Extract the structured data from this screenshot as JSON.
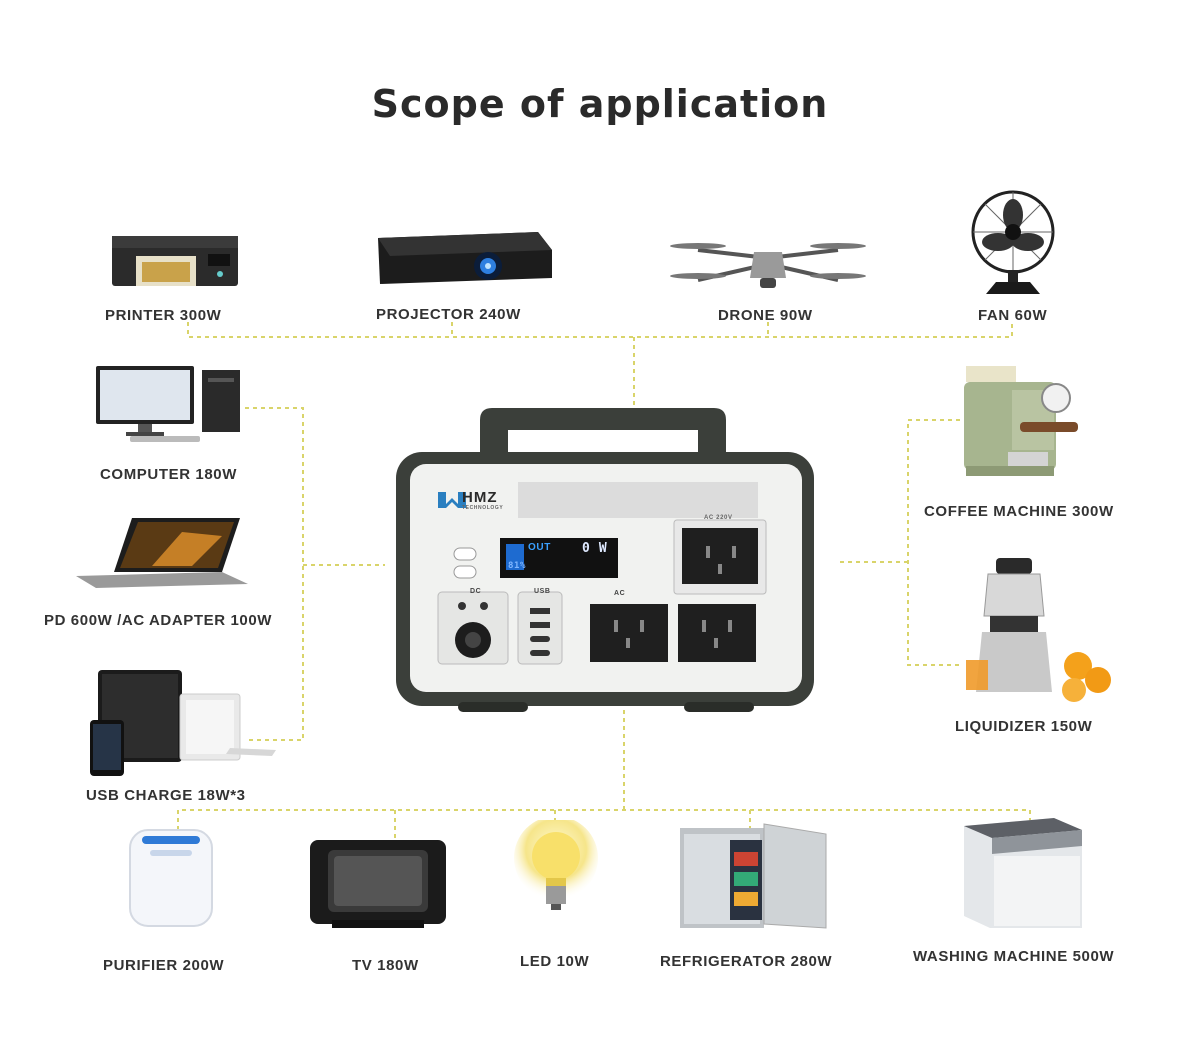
{
  "title": "Scope of application",
  "station": {
    "brand": "HMZ",
    "brand_sub": "TECHNOLOGY",
    "display_out": "OUT",
    "display_watts": "0 W",
    "display_percent": "81%",
    "port_dc": "DC",
    "port_usb": "USB",
    "port_ac": "AC",
    "ac_label": "AC 220V"
  },
  "appliances": [
    {
      "id": "printer",
      "label": "PRINTER 300W"
    },
    {
      "id": "projector",
      "label": "PROJECTOR 240W"
    },
    {
      "id": "drone",
      "label": "DRONE 90W"
    },
    {
      "id": "fan",
      "label": "FAN 60W"
    },
    {
      "id": "computer",
      "label": "COMPUTER 180W"
    },
    {
      "id": "laptop",
      "label": "PD 600W /AC ADAPTER 100W"
    },
    {
      "id": "usb",
      "label": "USB CHARGE 18W*3"
    },
    {
      "id": "coffee",
      "label": "COFFEE MACHINE 300W"
    },
    {
      "id": "juicer",
      "label": "LIQUIDIZER 150W"
    },
    {
      "id": "purifier",
      "label": "PURIFIER 200W"
    },
    {
      "id": "tv",
      "label": "TV 180W"
    },
    {
      "id": "led",
      "label": "LED 10W"
    },
    {
      "id": "fridge",
      "label": "REFRIGERATOR 280W"
    },
    {
      "id": "washer",
      "label": "WASHING MACHINE 500W"
    }
  ],
  "colors": {
    "connector": "#d9d46a",
    "text": "#333333",
    "station_body": "#3b3f3a"
  }
}
